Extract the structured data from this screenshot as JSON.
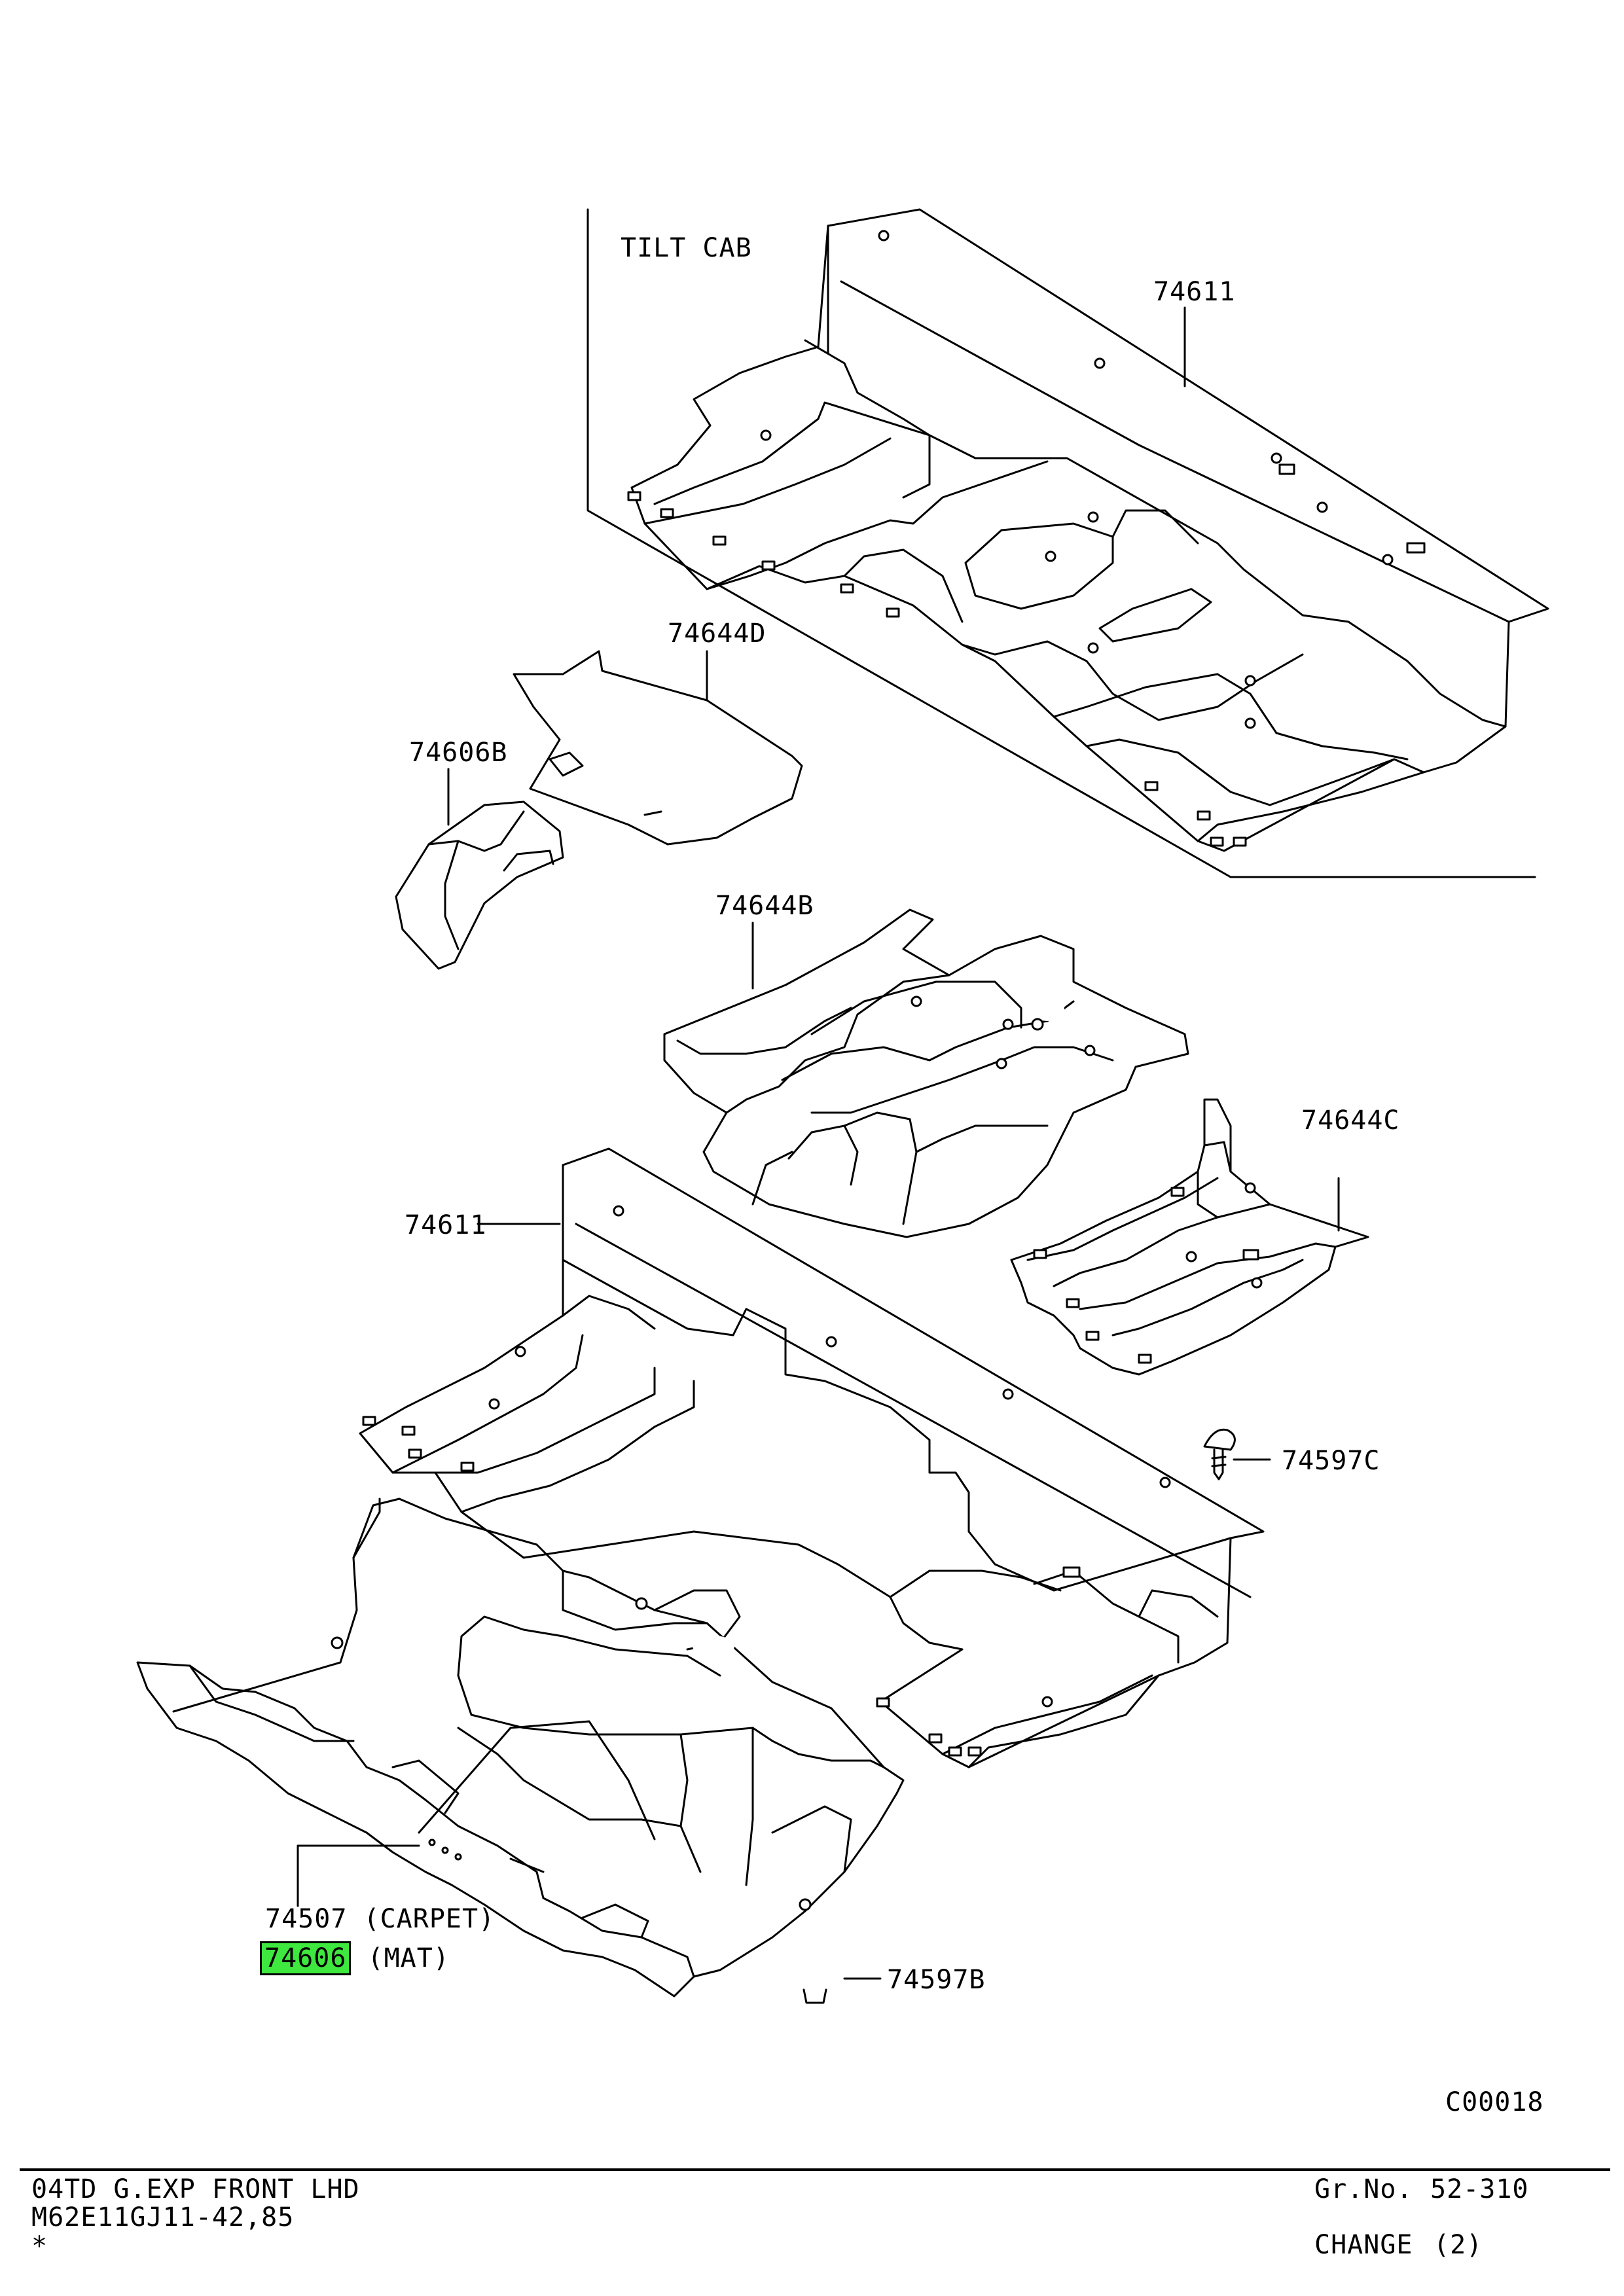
{
  "diagram": {
    "section_label": "TILT CAB",
    "drawing_code": "C00018",
    "parts": [
      {
        "id": "p74611_top",
        "number": "74611"
      },
      {
        "id": "p74644D",
        "number": "74644D"
      },
      {
        "id": "p74606B",
        "number": "74606B"
      },
      {
        "id": "p74644B",
        "number": "74644B"
      },
      {
        "id": "p74644C",
        "number": "74644C"
      },
      {
        "id": "p74611_mid",
        "number": "74611"
      },
      {
        "id": "p74597C",
        "number": "74597C"
      },
      {
        "id": "p74507",
        "number": "74507",
        "note": "(CARPET)"
      },
      {
        "id": "p74606",
        "number": "74606",
        "note": "(MAT)",
        "highlighted": true
      },
      {
        "id": "p74597B",
        "number": "74597B"
      }
    ]
  },
  "colors": {
    "highlight": "#3ee83e",
    "line": "#000000",
    "background": "#ffffff"
  },
  "footer": {
    "model_line": "04TD G.EXP FRONT LHD",
    "code_line": "M62E11GJ11-42,85",
    "marker": "*",
    "group_label": "Gr.No.",
    "group_value": "52-310",
    "change_label": "CHANGE",
    "change_value": "(2)"
  }
}
